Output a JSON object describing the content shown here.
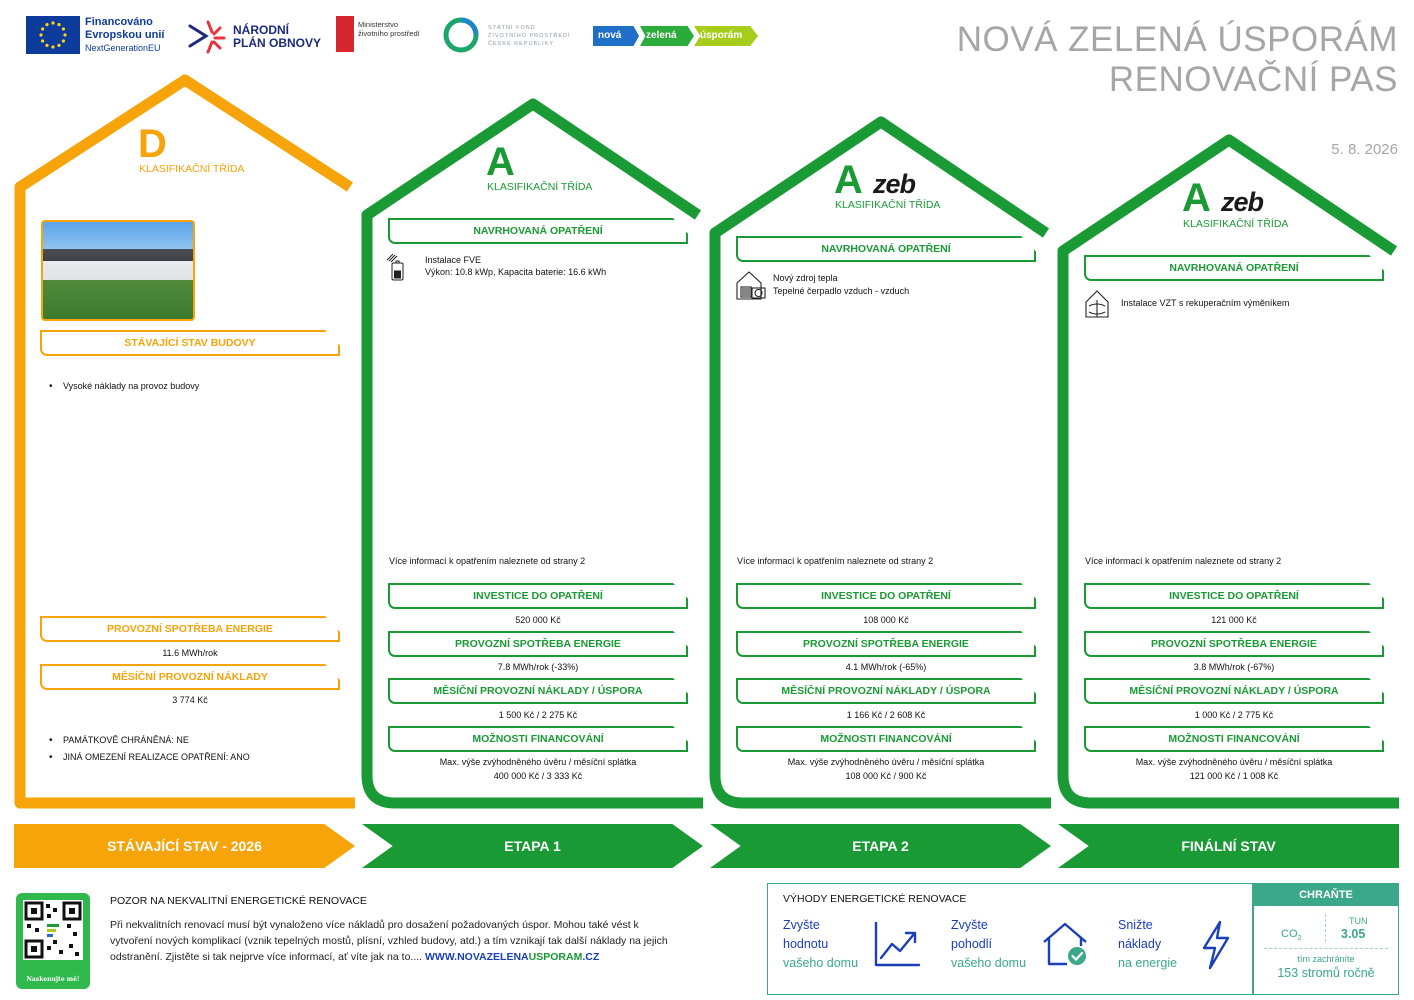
{
  "header": {
    "eu_lines": [
      "Financováno",
      "Evropskou unií",
      "NextGenerationEU"
    ],
    "npo_lines": [
      "NÁRODNÍ",
      "PLÁN OBNOVY"
    ],
    "mzp_lines": [
      "Ministerstvo",
      "životního prostředí"
    ],
    "sfzp_lines": [
      "STÁTNÍ FOND",
      "ŽIVOTNÍHO PROSTŘEDÍ",
      "ČESKÉ REPUBLIKY"
    ],
    "nzu_tags": [
      "nová",
      "zelená",
      "úsporám"
    ],
    "title_line1": "NOVÁ ZELENÁ ÚSPORÁM",
    "title_line2": "RENOVAČNÍ PAS",
    "date": "5. 8. 2026"
  },
  "colors": {
    "orange": "#f7a30a",
    "green": "#1a9a34",
    "teal": "#3aa889",
    "blue": "#1a3fb8"
  },
  "current": {
    "class_letter": "D",
    "class_label": "KLASIFIKAČNÍ TŘÍDA",
    "state_tab": "STÁVAJÍCÍ STAV BUDOVY",
    "bullets": [
      "Vysoké náklady na provoz budovy"
    ],
    "energy_tab": "PROVOZNÍ SPOTŘEBA ENERGIE",
    "energy_value": "11.6 MWh/rok",
    "cost_tab": "MĚSÍČNÍ PROVOZNÍ NÁKLADY",
    "cost_value": "3 774 Kč",
    "notes": [
      "PAMÁTKOVĚ CHRÁNĚNÁ: NE",
      "JINÁ OMEZENÍ REALIZACE OPATŘENÍ: ANO"
    ],
    "banner": "STÁVAJÍCÍ STAV - 2026"
  },
  "stages": [
    {
      "class_letter": "A",
      "zeb": "",
      "class_label": "KLASIFIKAČNÍ TŘÍDA",
      "measures_tab": "NAVRHOVANÁ OPATŘENÍ",
      "measure_icon": "solar-battery-icon",
      "measure_lines": [
        "Instalace FVE",
        "Výkon: 10.8 kWp, Kapacita baterie: 16.6 kWh"
      ],
      "more_info": "Více informací k opatřením naleznete od strany 2",
      "invest_tab": "INVESTICE DO OPATŘENÍ",
      "invest_value": "520 000 Kč",
      "energy_tab": "PROVOZNÍ SPOTŘEBA ENERGIE",
      "energy_value": "7.8 MWh/rok (-33%)",
      "cost_tab": "MĚSÍČNÍ PROVOZNÍ NÁKLADY / ÚSPORA",
      "cost_value": "1 500 Kč / 2 275 Kč",
      "finance_tab": "MOŽNOSTI FINANCOVÁNÍ",
      "finance_line1": "Max. výše zvýhodněného úvěru / měsíční splátka",
      "finance_line2": "400 000 Kč / 3 333 Kč",
      "banner": "ETAPA 1"
    },
    {
      "class_letter": "A",
      "zeb": "zeb",
      "class_label": "KLASIFIKAČNÍ TŘÍDA",
      "measures_tab": "NAVRHOVANÁ OPATŘENÍ",
      "measure_icon": "heat-pump-icon",
      "measure_lines": [
        "Nový zdroj tepla",
        "Tepelné čerpadlo vzduch - vzduch"
      ],
      "more_info": "Více informací k opatřením naleznete od strany 2",
      "invest_tab": "INVESTICE DO OPATŘENÍ",
      "invest_value": "108 000 Kč",
      "energy_tab": "PROVOZNÍ SPOTŘEBA ENERGIE",
      "energy_value": "4.1 MWh/rok (-65%)",
      "cost_tab": "MĚSÍČNÍ PROVOZNÍ NÁKLADY / ÚSPORA",
      "cost_value": "1 166 Kč / 2 608 Kč",
      "finance_tab": "MOŽNOSTI FINANCOVÁNÍ",
      "finance_line1": "Max. výše zvýhodněného úvěru / měsíční splátka",
      "finance_line2": "108 000 Kč / 900 Kč",
      "banner": "ETAPA 2"
    },
    {
      "class_letter": "A",
      "zeb": "zeb",
      "class_label": "KLASIFIKAČNÍ TŘÍDA",
      "measures_tab": "NAVRHOVANÁ OPATŘENÍ",
      "measure_icon": "ventilation-icon",
      "measure_lines": [
        "Instalace VZT s rekuperačním výměníkem"
      ],
      "more_info": "Více informací k opatřením naleznete od strany 2",
      "invest_tab": "INVESTICE DO OPATŘENÍ",
      "invest_value": "121 000 Kč",
      "energy_tab": "PROVOZNÍ SPOTŘEBA ENERGIE",
      "energy_value": "3.8 MWh/rok (-67%)",
      "cost_tab": "MĚSÍČNÍ PROVOZNÍ NÁKLADY / ÚSPORA",
      "cost_value": "1 000 Kč / 2 775 Kč",
      "finance_tab": "MOŽNOSTI FINANCOVÁNÍ",
      "finance_line1": "Max. výše zvýhodněného úvěru / měsíční splátka",
      "finance_line2": "121 000 Kč / 1 008 Kč",
      "banner": "FINÁLNÍ STAV"
    }
  ],
  "footer": {
    "qr_caption": "Naskenujte mě!",
    "warning_title": "POZOR NA NEKVALITNÍ ENERGETICKÉ RENOVACE",
    "warning_text": "Při nekvalitních renovací musí být vynaloženo více nákladů pro dosažení požadovaných úspor. Mohou také vést k vytvoření nových komplikací (vznik tepelných mostů, plísní, vzhled budovy, atd.) a tím vznikají tak další náklady na jejich odstranění. Zjistěte si tak nejprve více informací, ať víte jak na to.... ",
    "link_part1": "WWW.NOVAZELENA",
    "link_part2": "USPORAM",
    "link_part3": ".CZ",
    "benefits_title": "VÝHODY ENERGETICKÉ RENOVACE",
    "benefits": [
      {
        "line1": "Zvyšte",
        "line2": "hodnotu",
        "line3": "vašeho domu",
        "icon": "chart-up-icon"
      },
      {
        "line1": "Zvyšte",
        "line2": "pohodlí",
        "line3": "vašeho domu",
        "icon": "house-check-icon"
      },
      {
        "line1": "Snižte",
        "line2": "náklady",
        "line3": "na energie",
        "icon": "lightning-icon"
      }
    ],
    "protect_title": "CHRAŇTE",
    "co2_label": "CO",
    "co2_sub": "2",
    "tun_label": "TUN",
    "tun_value": "3.05",
    "save_label": "tím zachráníte",
    "save_value": "153 stromů ročně"
  }
}
